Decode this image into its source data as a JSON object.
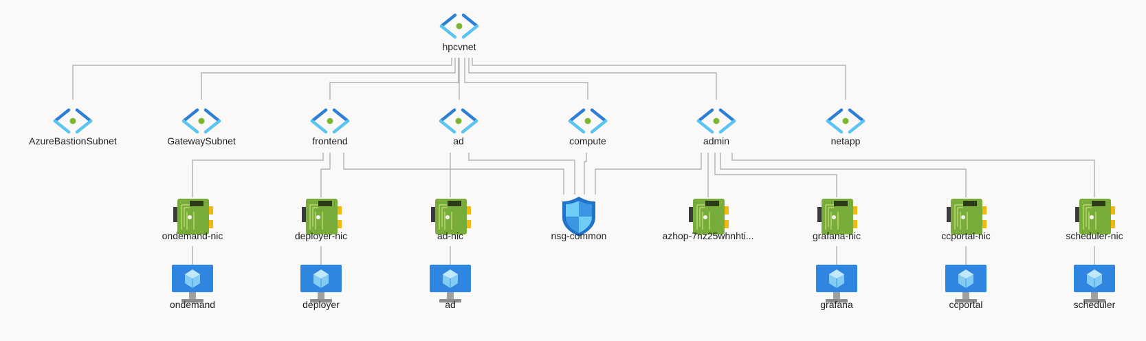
{
  "diagram": {
    "vnet": {
      "id": "hpcvnet",
      "label": "hpcvnet",
      "type": "vnet",
      "icon": "vnet-icon"
    },
    "subnets": [
      {
        "id": "AzureBastionSubnet",
        "label": "AzureBastionSubnet",
        "type": "subnet",
        "icon": "subnet-icon"
      },
      {
        "id": "GatewaySubnet",
        "label": "GatewaySubnet",
        "type": "subnet",
        "icon": "subnet-icon"
      },
      {
        "id": "frontend",
        "label": "frontend",
        "type": "subnet",
        "icon": "subnet-icon"
      },
      {
        "id": "ad",
        "label": "ad",
        "type": "subnet",
        "icon": "subnet-icon"
      },
      {
        "id": "compute",
        "label": "compute",
        "type": "subnet",
        "icon": "subnet-icon"
      },
      {
        "id": "admin",
        "label": "admin",
        "type": "subnet",
        "icon": "subnet-icon"
      },
      {
        "id": "netapp",
        "label": "netapp",
        "type": "subnet",
        "icon": "subnet-icon"
      }
    ],
    "resources": [
      {
        "id": "ondemand-nic",
        "label": "ondemand-nic",
        "type": "nic",
        "icon": "network-interface-icon"
      },
      {
        "id": "deployer-nic",
        "label": "deployer-nic",
        "type": "nic",
        "icon": "network-interface-icon"
      },
      {
        "id": "ad-nic",
        "label": "ad-nic",
        "type": "nic",
        "icon": "network-interface-icon"
      },
      {
        "id": "nsg-common",
        "label": "nsg-common",
        "type": "nsg",
        "icon": "network-security-group-icon"
      },
      {
        "id": "azhop-nic",
        "label": "azhop-7nz25whnhti...",
        "type": "nic",
        "icon": "network-interface-icon"
      },
      {
        "id": "grafana-nic",
        "label": "grafana-nic",
        "type": "nic",
        "icon": "network-interface-icon"
      },
      {
        "id": "ccportal-nic",
        "label": "ccportal-nic",
        "type": "nic",
        "icon": "network-interface-icon"
      },
      {
        "id": "scheduler-nic",
        "label": "scheduler-nic",
        "type": "nic",
        "icon": "network-interface-icon"
      }
    ],
    "vms": [
      {
        "id": "ondemand",
        "label": "ondemand",
        "type": "vm",
        "icon": "virtual-machine-icon"
      },
      {
        "id": "deployer",
        "label": "deployer",
        "type": "vm",
        "icon": "virtual-machine-icon"
      },
      {
        "id": "ad-vm",
        "label": "ad",
        "type": "vm",
        "icon": "virtual-machine-icon"
      },
      {
        "id": "grafana",
        "label": "grafana",
        "type": "vm",
        "icon": "virtual-machine-icon"
      },
      {
        "id": "ccportal",
        "label": "ccportal",
        "type": "vm",
        "icon": "virtual-machine-icon"
      },
      {
        "id": "scheduler",
        "label": "scheduler",
        "type": "vm",
        "icon": "virtual-machine-icon"
      }
    ],
    "edges": [
      {
        "from": "hpcvnet",
        "to": "AzureBastionSubnet"
      },
      {
        "from": "hpcvnet",
        "to": "GatewaySubnet"
      },
      {
        "from": "hpcvnet",
        "to": "frontend"
      },
      {
        "from": "hpcvnet",
        "to": "ad"
      },
      {
        "from": "hpcvnet",
        "to": "compute"
      },
      {
        "from": "hpcvnet",
        "to": "admin"
      },
      {
        "from": "hpcvnet",
        "to": "netapp"
      },
      {
        "from": "frontend",
        "to": "ondemand-nic"
      },
      {
        "from": "frontend",
        "to": "deployer-nic"
      },
      {
        "from": "frontend",
        "to": "nsg-common"
      },
      {
        "from": "ad",
        "to": "ad-nic"
      },
      {
        "from": "ad",
        "to": "nsg-common"
      },
      {
        "from": "compute",
        "to": "nsg-common"
      },
      {
        "from": "admin",
        "to": "nsg-common"
      },
      {
        "from": "admin",
        "to": "azhop-nic"
      },
      {
        "from": "admin",
        "to": "grafana-nic"
      },
      {
        "from": "admin",
        "to": "ccportal-nic"
      },
      {
        "from": "admin",
        "to": "scheduler-nic"
      },
      {
        "from": "ondemand-nic",
        "to": "ondemand"
      },
      {
        "from": "deployer-nic",
        "to": "deployer"
      },
      {
        "from": "ad-nic",
        "to": "ad-vm"
      },
      {
        "from": "grafana-nic",
        "to": "grafana"
      },
      {
        "from": "ccportal-nic",
        "to": "ccportal"
      },
      {
        "from": "scheduler-nic",
        "to": "scheduler"
      }
    ],
    "colors": {
      "wire": "#a6a6a6",
      "bracket_dark": "#2d7fd6",
      "bracket_light": "#59c3f2",
      "dot": "#7cb82f",
      "nic_green": "#79ad3b",
      "nic_dark": "#3b3b3b",
      "nic_gold": "#f1b80e",
      "vm_blue": "#2f85e0",
      "vm_light": "#83cdf5",
      "vm_base": "#8c8c8c",
      "shield_dark": "#2074c8",
      "shield_light": "#6fcdf5",
      "label": "#1f1f1f"
    }
  }
}
